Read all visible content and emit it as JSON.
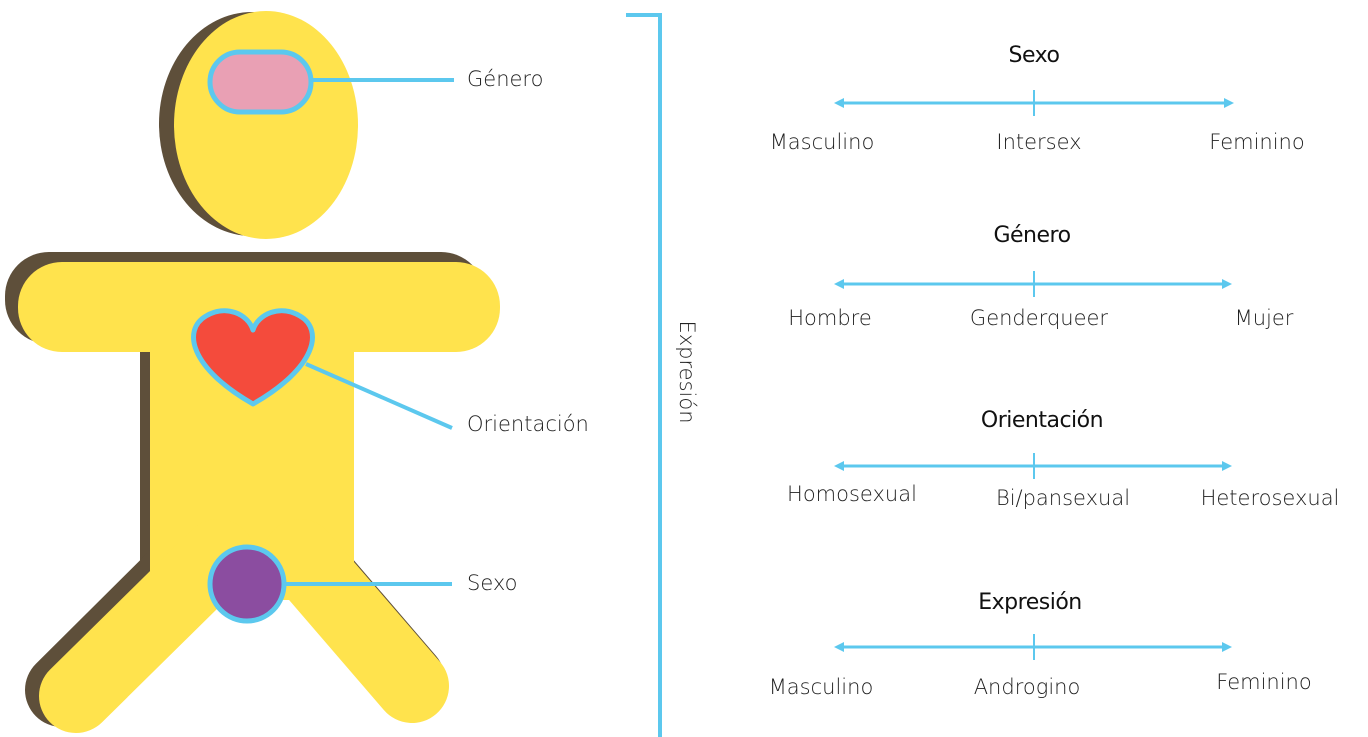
{
  "colors": {
    "body": "#FFE34D",
    "shadow": "#5E4F3A",
    "line": "#5CC8EE",
    "genero_organ": "#E9A0B4",
    "heart": "#F44B3C",
    "sexo_organ": "#8B4DA0"
  },
  "figure": {
    "labels": {
      "genero": "Género",
      "orientacion": "Orientación",
      "sexo": "Sexo"
    },
    "bracket_label": "Expresión"
  },
  "scales": [
    {
      "title": "Sexo",
      "left": "Masculino",
      "middle": "Intersex",
      "right": "Feminino"
    },
    {
      "title": "Género",
      "left": "Hombre",
      "middle": "Genderqueer",
      "right": "Mujer"
    },
    {
      "title": "Orientación",
      "left": "Homosexual",
      "middle": "Bi/pansexual",
      "right": "Heterosexual"
    },
    {
      "title": "Expresión",
      "left": "Masculino",
      "middle": "Androgino",
      "right": "Feminino"
    }
  ]
}
